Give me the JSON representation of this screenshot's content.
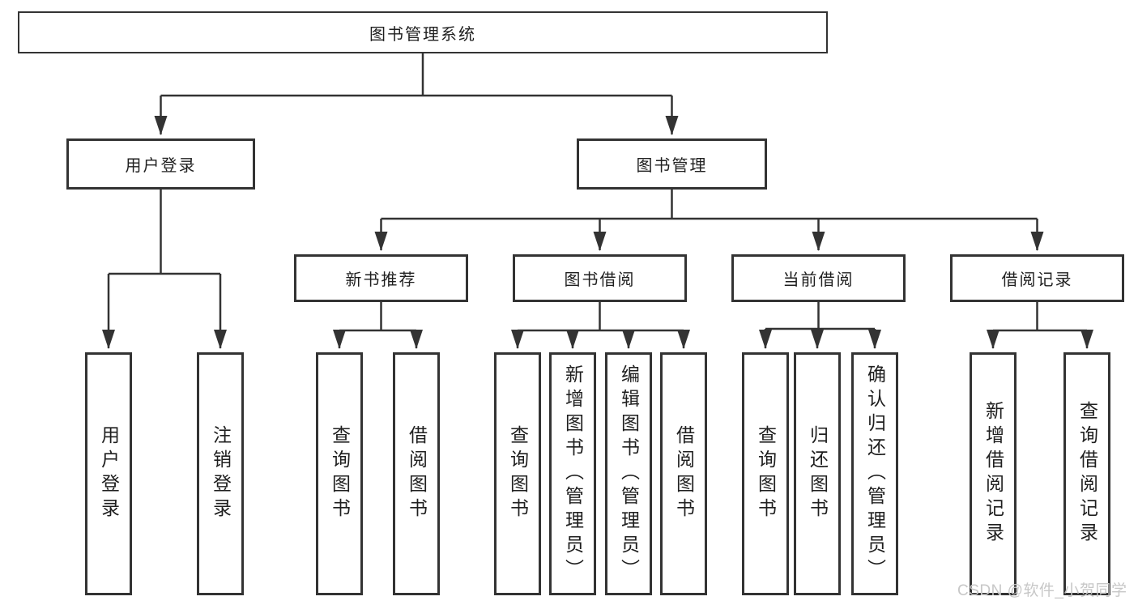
{
  "diagram": {
    "type": "hierarchy-tree",
    "root": {
      "label": "图书管理系统"
    },
    "level2": [
      {
        "label": "用户登录",
        "parent": "图书管理系统"
      },
      {
        "label": "图书管理",
        "parent": "图书管理系统"
      }
    ],
    "level3": [
      {
        "label": "新书推荐",
        "parent": "图书管理"
      },
      {
        "label": "图书借阅",
        "parent": "图书管理"
      },
      {
        "label": "当前借阅",
        "parent": "图书管理"
      },
      {
        "label": "借阅记录",
        "parent": "图书管理"
      }
    ],
    "leaves": [
      {
        "label": "用户登录",
        "parent": "用户登录"
      },
      {
        "label": "注销登录",
        "parent": "用户登录"
      },
      {
        "label": "查询图书",
        "parent": "新书推荐"
      },
      {
        "label": "借阅图书",
        "parent": "新书推荐"
      },
      {
        "label": "查询图书",
        "parent": "图书借阅"
      },
      {
        "label": "新增图书（管理员）",
        "parent": "图书借阅"
      },
      {
        "label": "编辑图书（管理员）",
        "parent": "图书借阅"
      },
      {
        "label": "借阅图书",
        "parent": "图书借阅"
      },
      {
        "label": "查询图书",
        "parent": "当前借阅"
      },
      {
        "label": "归还图书",
        "parent": "当前借阅"
      },
      {
        "label": "确认归还（管理员）",
        "parent": "当前借阅"
      },
      {
        "label": "新增借阅记录",
        "parent": "借阅记录"
      },
      {
        "label": "查询借阅记录",
        "parent": "借阅记录"
      }
    ]
  },
  "watermark": "CSDN @软件_小贺同学",
  "colors": {
    "line": "#333333",
    "box_border": "#333333",
    "box_fill": "#ffffff",
    "text": "#1f1f1f",
    "watermark": "#c7c7c7",
    "background": "#ffffff"
  }
}
